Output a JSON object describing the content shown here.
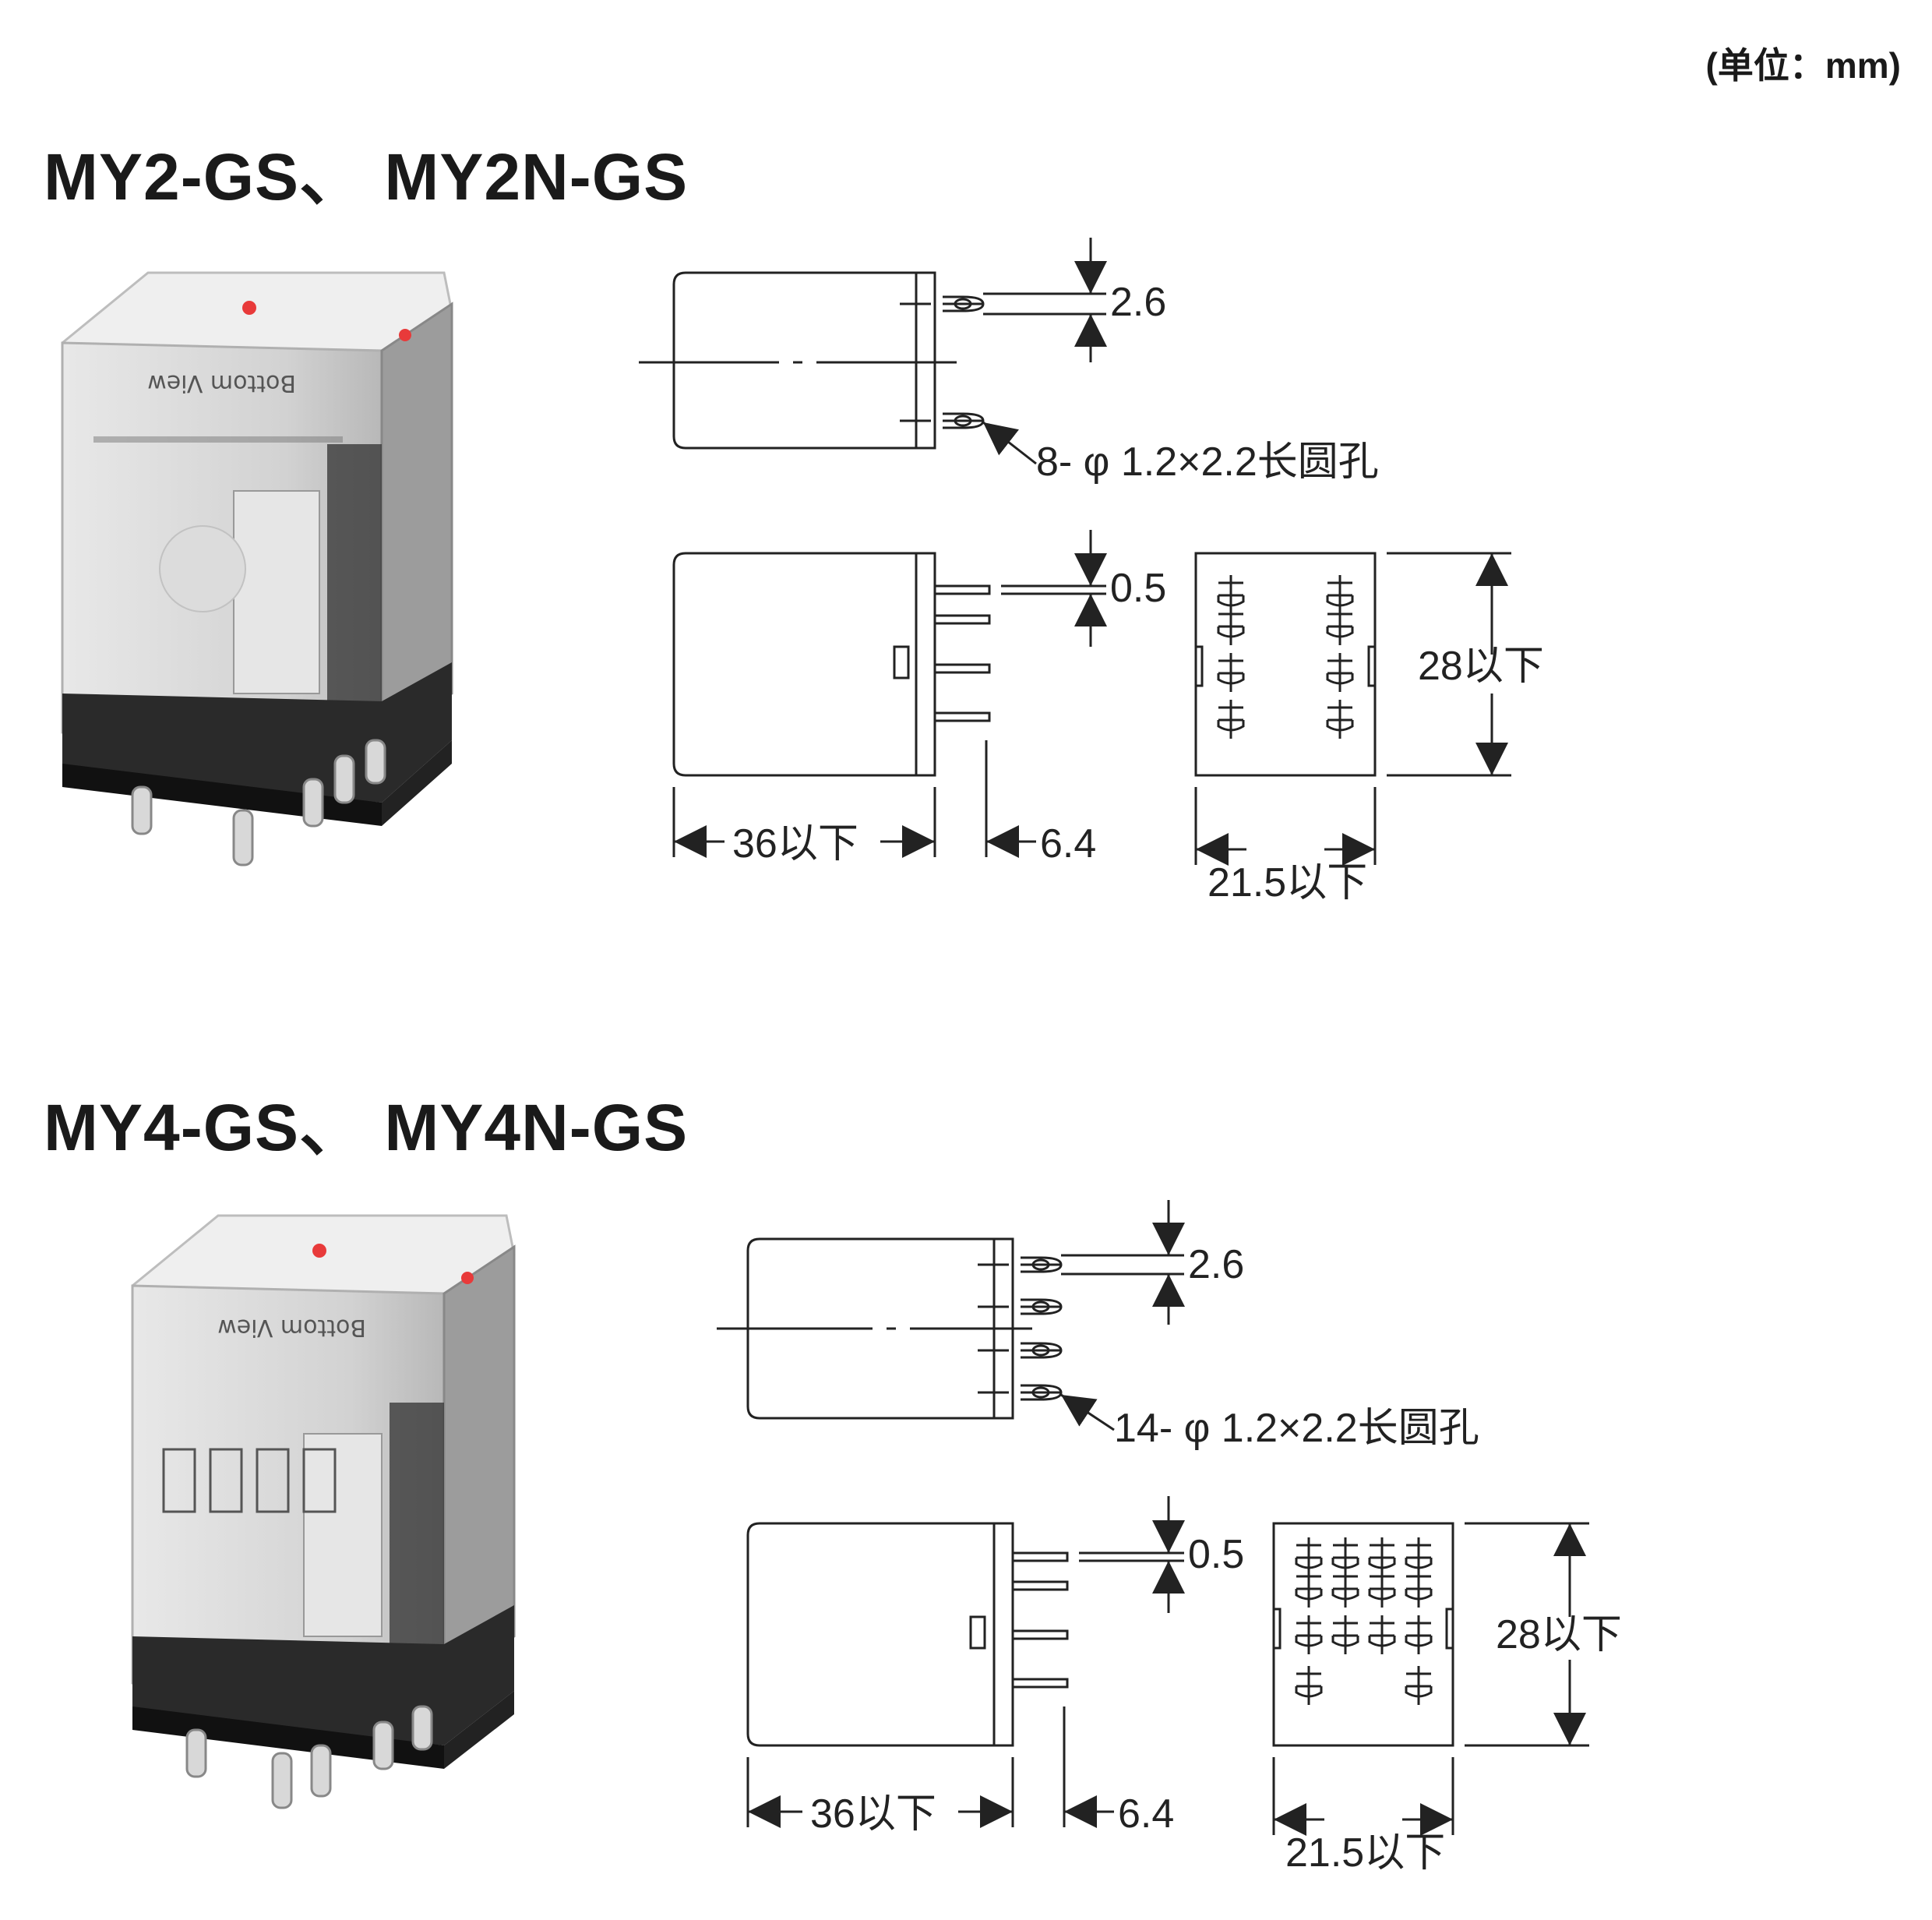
{
  "unit_note": "(单位：mm)",
  "sections": [
    {
      "title": "MY2-GS、 MY2N-GS",
      "dims": {
        "terminal_width": "2.6",
        "holes": "8- φ 1.2×2.2长圆孔",
        "terminal_thickness": "0.5",
        "height": "28以下",
        "length": "36以下",
        "terminal_length": "6.4",
        "width": "21.5以下"
      }
    },
    {
      "title": "MY4-GS、 MY4N-GS",
      "dims": {
        "terminal_width": "2.6",
        "holes": "14- φ 1.2×2.2长圆孔",
        "terminal_thickness": "0.5",
        "height": "28以下",
        "length": "36以下",
        "terminal_length": "6.4",
        "width": "21.5以下"
      }
    }
  ],
  "photo_labels": {
    "bottom_view": "Bottom View"
  },
  "colors": {
    "line": "#222222",
    "case": "#d9d9d9",
    "base": "#2a2a2a",
    "led": "#e83a3a"
  }
}
